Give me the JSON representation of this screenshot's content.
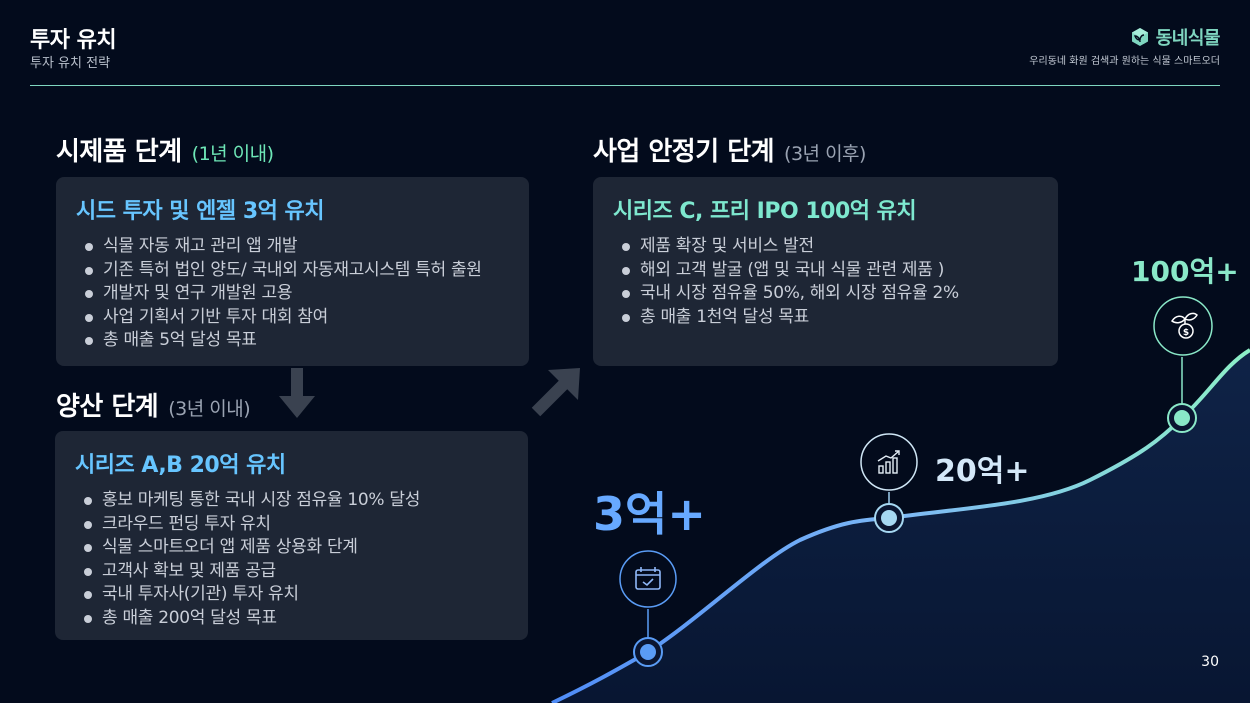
{
  "header": {
    "title": "투자 유치",
    "subtitle": "투자 유치 전략",
    "brand_name": "동네식물",
    "brand_tagline": "우리동네 화원 검색과 원하는 식물 스마트오더"
  },
  "prototype": {
    "title": "시제품 단계",
    "period": "(1년 이내)",
    "card_title": "시드 투자 및 엔젤 3억 유치",
    "items": [
      "식물 자동 재고 관리 앱 개발",
      "기존 특허 법인 양도/ 국내외 자동재고시스템 특허 출원",
      "개발자 및 연구 개발원 고용",
      "사업 기획서 기반 투자 대회 참여",
      "총 매출 5억 달성 목표"
    ]
  },
  "mass_production": {
    "title": "양산 단계",
    "period": "(3년 이내)",
    "card_title": "시리즈 A,B 20억 유치",
    "items": [
      "홍보 마케팅 통한 국내 시장 점유율 10% 달성",
      "크라우드 펀딩 투자 유치",
      "식물 스마트오더 앱 제품 상용화 단계",
      "고객사 확보 및 제품 공급",
      "국내 투자사(기관) 투자 유치",
      "총 매출 200억 달성 목표"
    ]
  },
  "stable": {
    "title": "사업 안정기 단계",
    "period": "(3년 이후)",
    "card_title": "시리즈 C, 프리 IPO 100억 유치",
    "items": [
      "제품 확장 및 서비스 발전",
      "해외 고객 발굴 (앱 및 국내 식물 관련 제품 )",
      "국내 시장 점유율 50%, 해외 시장 점유율 2%",
      "총 매출 1천억 달성 목표"
    ]
  },
  "milestones": {
    "first": "3억+",
    "second": "20억+",
    "third": "100억+"
  },
  "colors": {
    "accent_green": "#7fd6c0",
    "accent_blue": "#67c5ff",
    "background": "#030b1c",
    "card": "#1e2635"
  },
  "icons": [
    "calendar-icon",
    "growth-chart-icon",
    "money-plant-icon",
    "down-arrow-icon",
    "diagonal-arrow-icon"
  ],
  "page_number": "30"
}
